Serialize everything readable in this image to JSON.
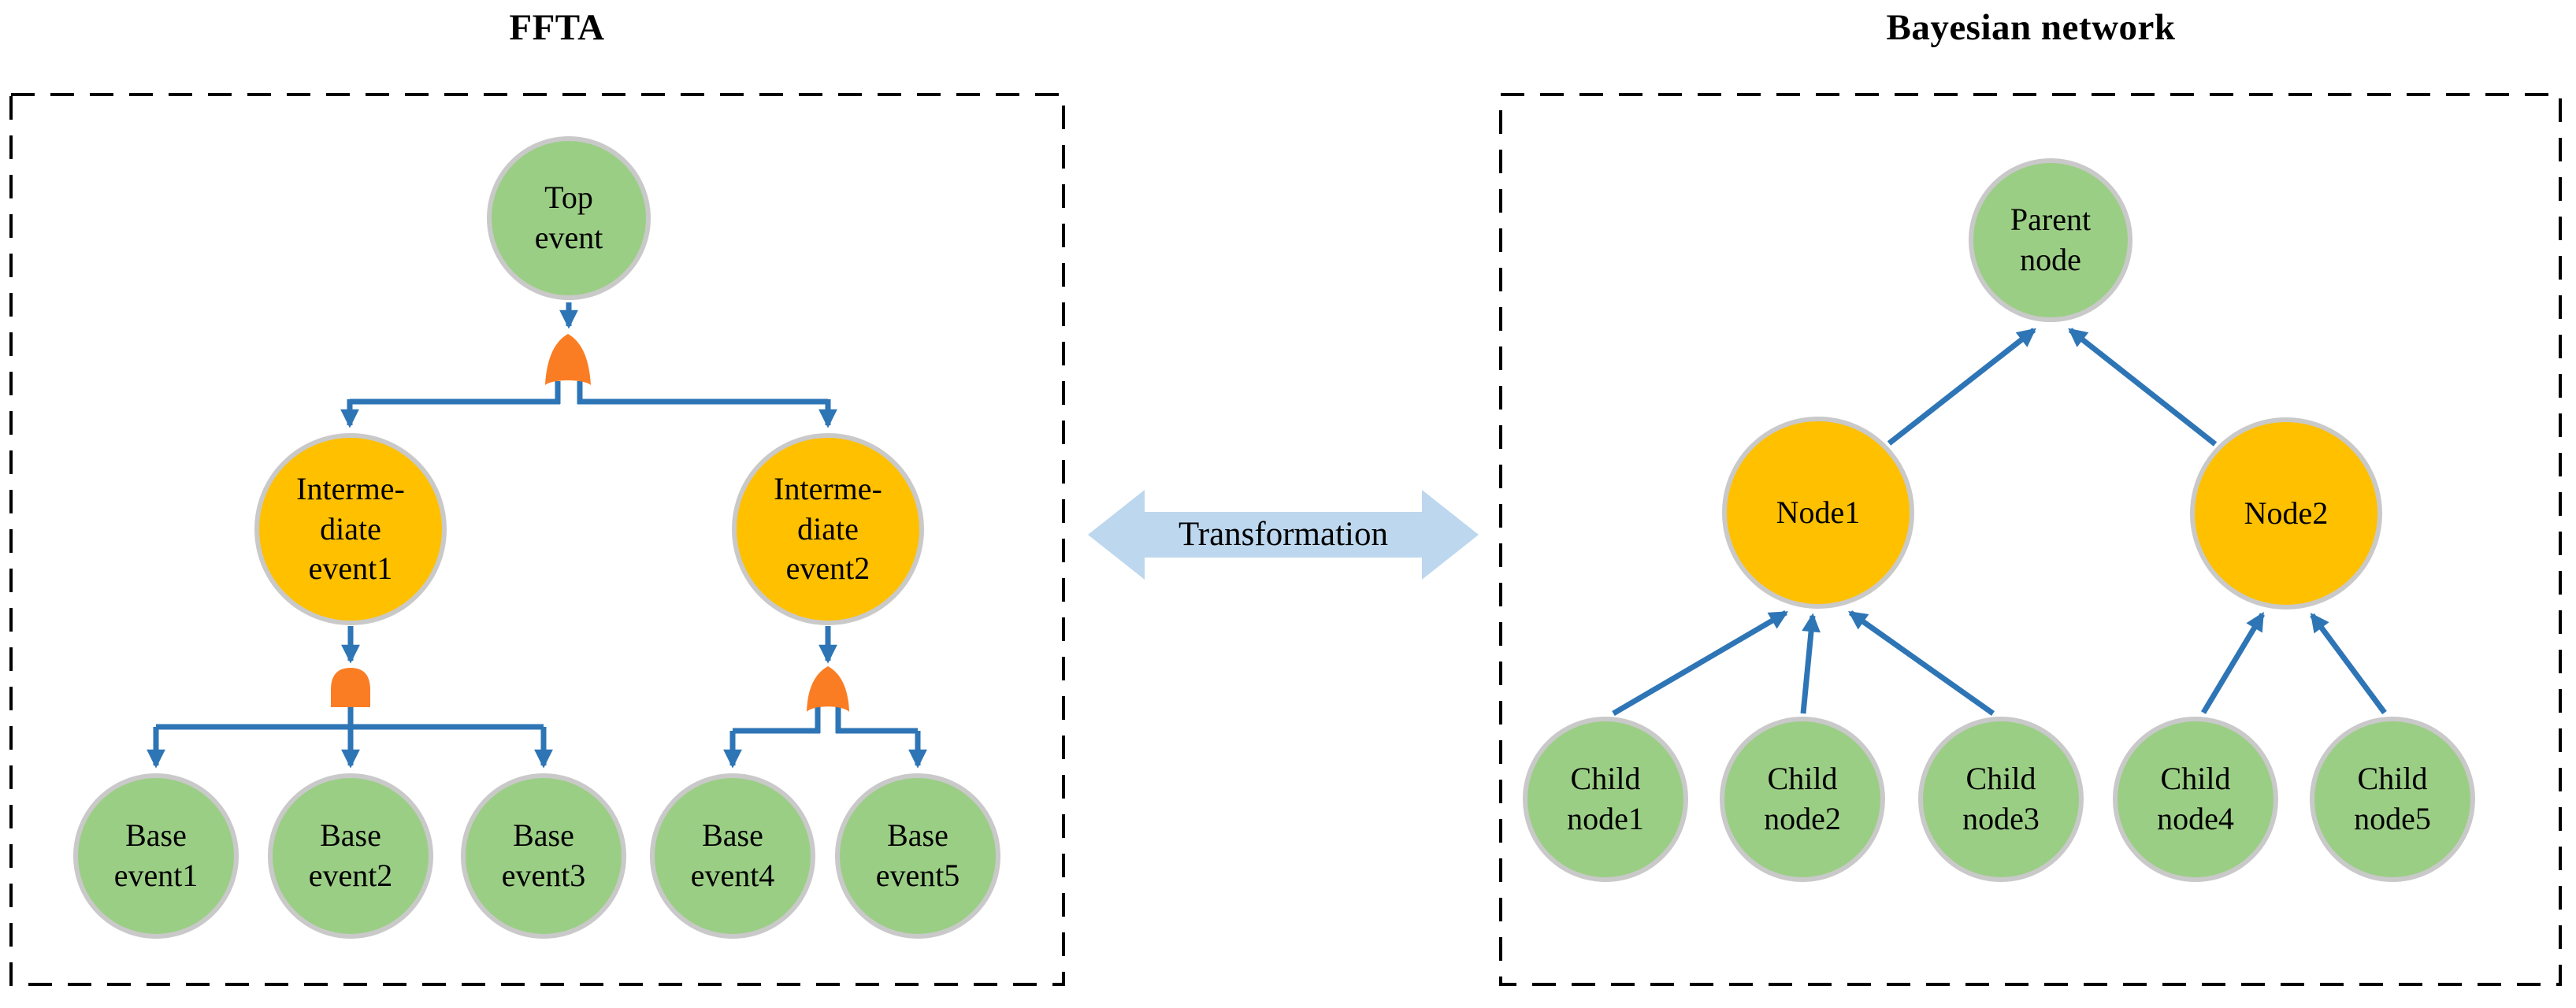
{
  "titles": {
    "left": "FFTA",
    "right": "Bayesian network"
  },
  "transformation": {
    "label": "Transformation"
  },
  "ffta": {
    "top_event": "Top\nevent",
    "intermediate1": "Interme-\ndiate\nevent1",
    "intermediate2": "Interme-\ndiate\nevent2",
    "base_events": [
      "Base\nevent1",
      "Base\nevent2",
      "Base\nevent3",
      "Base\nevent4",
      "Base\nevent5"
    ],
    "gates": [
      "OR",
      "AND",
      "OR"
    ]
  },
  "bayesian": {
    "parent": "Parent\nnode",
    "nodes": [
      "Node1",
      "Node2"
    ],
    "children": [
      "Child\nnode1",
      "Child\nnode2",
      "Child\nnode3",
      "Child\nnode4",
      "Child\nnode5"
    ]
  },
  "colors": {
    "node_green": "#9BCE85",
    "node_yellow": "#FFC000",
    "gate_orange": "#FA7D24",
    "connector_blue": "#2E75B6",
    "transform_arrow_fill": "#BDD7EE",
    "node_border_gray": "#C9C9C9",
    "panel_border": "#000000"
  }
}
